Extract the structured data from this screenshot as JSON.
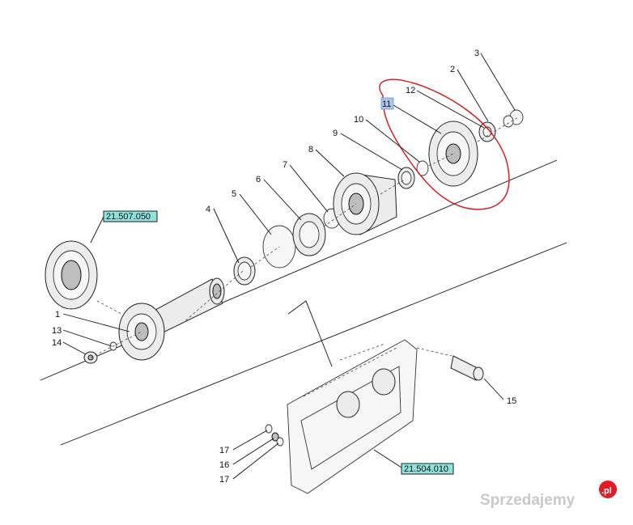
{
  "callouts": {
    "c1": "1",
    "c2": "2",
    "c3": "3",
    "c4": "4",
    "c5": "5",
    "c6": "6",
    "c7": "7",
    "c8": "8",
    "c9": "9",
    "c10": "10",
    "c11": "11",
    "c12": "12",
    "c13": "13",
    "c14": "14",
    "c15": "15",
    "c16": "16",
    "c17a": "17",
    "c17b": "17"
  },
  "references": {
    "ref_gear": "21.507.050",
    "ref_housing": "21.504.010"
  },
  "watermark": {
    "text": "Sprzedajemy",
    "badge": ".pl"
  },
  "colors": {
    "highlight": "#e01010",
    "ref_fill": "#8fe3de",
    "badge_red": "#e41b23",
    "callout_11_fill": "#a9c4ee"
  }
}
